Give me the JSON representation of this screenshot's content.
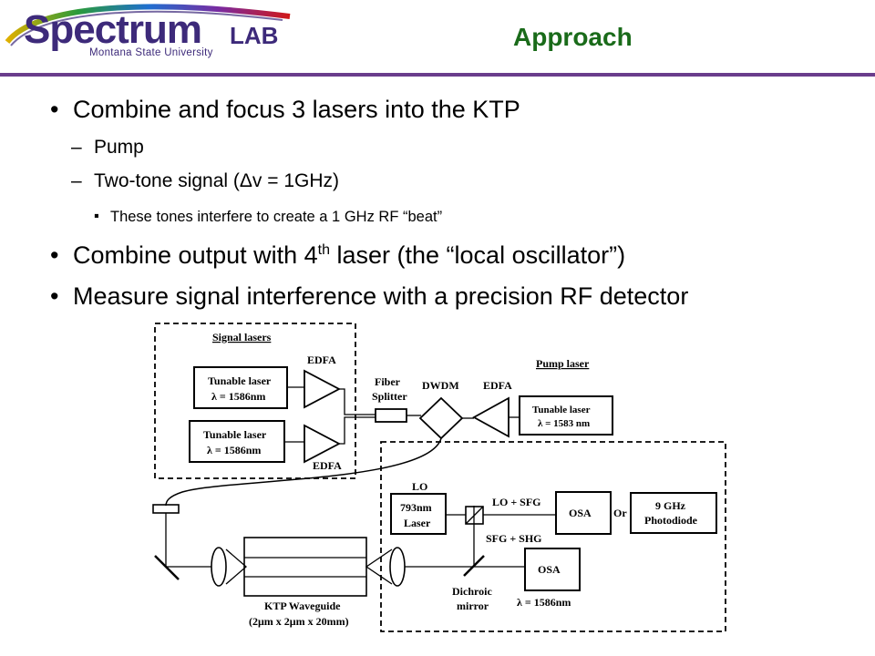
{
  "header": {
    "logo_main": "Spectrum",
    "logo_lab": "LAB",
    "logo_subtitle": "Montana State University",
    "title": "Approach"
  },
  "bullets": {
    "b1": "Combine and focus 3 lasers into the KTP",
    "b1_sub1": "Pump",
    "b1_sub2": "Two-tone signal (Δv = 1GHz)",
    "b1_sub2_sub": "These tones interfere to create a 1 GHz RF “beat”",
    "b2_pre": "Combine output with 4",
    "b2_sup": "th",
    "b2_post": " laser (the “local oscillator”)",
    "b3": "Measure signal interference with a precision RF detector",
    "dash": "–",
    "bullet": "•",
    "square": "▪"
  },
  "diagram": {
    "signal_lasers_label": "Signal lasers",
    "tunable_laser": "Tunable laser",
    "lambda_1586": "λ = 1586nm",
    "lambda_1583": "λ = 1583 nm",
    "edfa": "EDFA",
    "fiber": "Fiber",
    "splitter": "Splitter",
    "dwdm": "DWDM",
    "pump_laser_label": "Pump laser",
    "lo": "LO",
    "lo_laser_line1": "793nm",
    "lo_laser_line2": "Laser",
    "lo_sfg": "LO + SFG",
    "sfg_shg": "SFG + SHG",
    "osa": "OSA",
    "or": "Or",
    "photodiode_line1": "9 GHz",
    "photodiode_line2": "Photodiode",
    "dichroic": "Dichroic",
    "mirror": "mirror",
    "lambda_1586_bottom": "λ = 1586nm",
    "ktp_line1": "KTP Waveguide",
    "ktp_line2": "(2μm x 2μm x 20mm)"
  },
  "colors": {
    "title_green": "#1a6b1a",
    "logo_purple": "#3d2a7a",
    "rule_purple": "#6a3d8c"
  }
}
